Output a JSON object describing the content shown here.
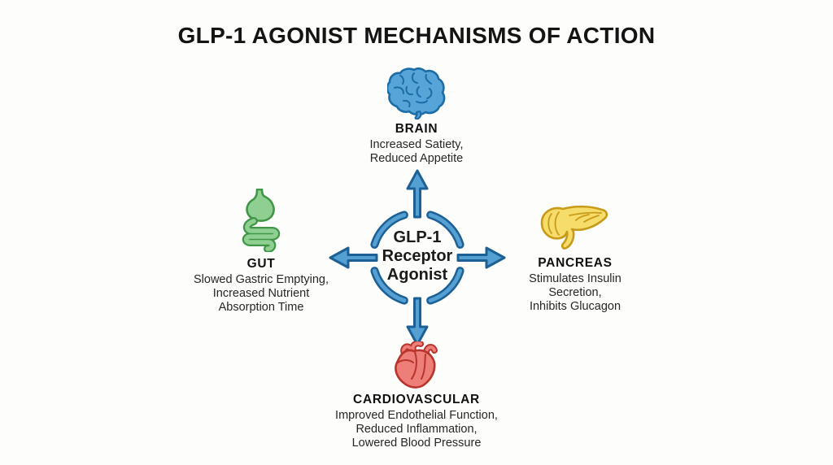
{
  "title": "GLP-1 AGONIST MECHANISMS OF ACTION",
  "center": {
    "lines": [
      "GLP-1",
      "Receptor",
      "Agonist"
    ],
    "fill": "#54a0d2",
    "stroke": "#1c6096"
  },
  "sections": {
    "brain": {
      "label": "BRAIN",
      "desc": [
        "Increased Satiety,",
        "Reduced Appetite"
      ],
      "icon": "brain-icon",
      "fill": "#57a4d9",
      "stroke": "#1c6ca6"
    },
    "gut": {
      "label": "GUT",
      "desc": [
        "Slowed Gastric Emptying,",
        "Increased Nutrient",
        "Absorption Time"
      ],
      "icon": "gut-icon",
      "fill": "#8fd092",
      "stroke": "#3f9646"
    },
    "pancreas": {
      "label": "PANCREAS",
      "desc": [
        "Stimulates Insulin",
        "Secretion,",
        "Inhibits Glucagon"
      ],
      "icon": "pancreas-icon",
      "fill": "#f6dc6a",
      "stroke": "#c89b18"
    },
    "cardiovascular": {
      "label": "CARDIOVASCULAR",
      "desc": [
        "Improved Endothelial Function,",
        "Reduced Inflammation,",
        "Lowered Blood Pressure"
      ],
      "icon": "heart-icon",
      "fill": "#ee7e78",
      "stroke": "#b7352c"
    }
  },
  "colors": {
    "background": "#fdfdfb",
    "title_text": "#141414",
    "label_text": "#111111",
    "desc_text": "#262626"
  }
}
